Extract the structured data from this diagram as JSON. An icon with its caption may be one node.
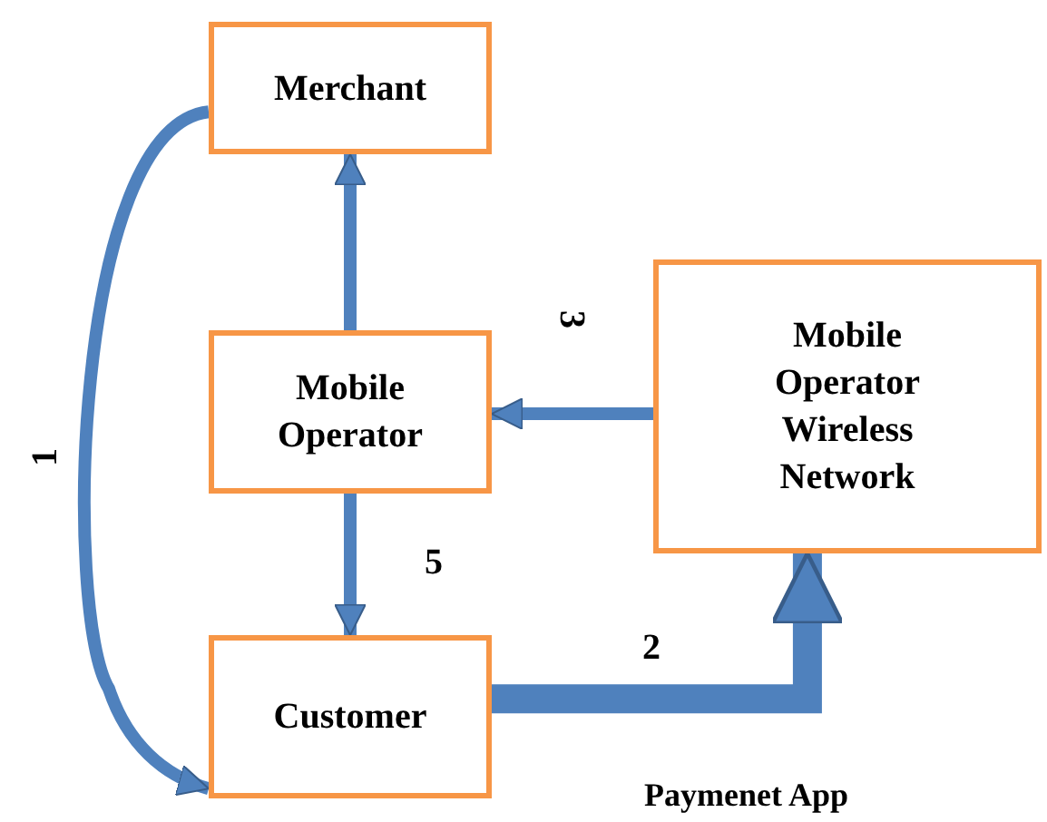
{
  "diagram": {
    "nodes": [
      {
        "text": [
          "Merchant"
        ]
      },
      {
        "text": [
          "Mobile Operator"
        ]
      },
      {
        "text": [
          "Customer"
        ]
      },
      {
        "text": [
          "Mobile Operator Wireless Network"
        ]
      }
    ],
    "edges": [
      {
        "from": 0,
        "to": 2,
        "arrow": "to",
        "label": "1"
      },
      {
        "from": 1,
        "to": 0,
        "arrow": "to"
      },
      {
        "from": 3,
        "to": 1,
        "arrow": "to",
        "label": "3"
      },
      {
        "from": 1,
        "to": 2,
        "arrow": "to",
        "label": "5"
      },
      {
        "from": 2,
        "to": 3,
        "arrow": "to",
        "label": "2",
        "style": "thick"
      }
    ],
    "labels": [
      "Paymenet App"
    ]
  }
}
